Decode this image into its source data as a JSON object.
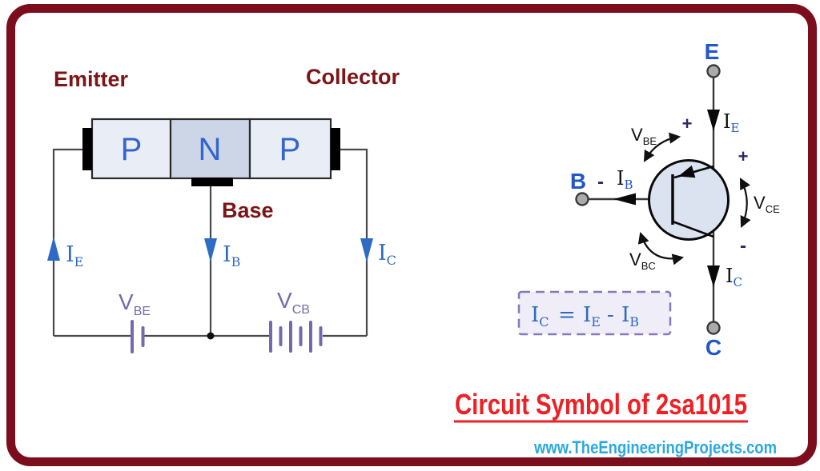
{
  "colors": {
    "frame_border": "#7b0d1d",
    "heading_dark_red": "#7d1416",
    "region_letter_blue": "#3565cc",
    "current_blue": "#2e6bc4",
    "terminal_blue": "#2456c8",
    "source_purple": "#7668ae",
    "title_red": "#ed2024",
    "website_cyan": "#29a9e0",
    "wire_gray": "#4a4a4a",
    "p_region_fill": "#e9eef6",
    "n_region_fill": "#ccd6e7",
    "transistor_fill": "#dbe2f0",
    "equation_box_fill": "#efedf7",
    "equation_box_border": "#8878b8"
  },
  "left_diagram": {
    "emitter_label": "Emitter",
    "collector_label": "Collector",
    "base_label": "Base",
    "region_p1": "P",
    "region_n": "N",
    "region_p2": "P",
    "current_ie": {
      "main": "I",
      "sub": "E"
    },
    "current_ib": {
      "main": "I",
      "sub": "B"
    },
    "current_ic": {
      "main": "I",
      "sub": "C"
    },
    "source_vbe": {
      "main": "V",
      "sub": "BE"
    },
    "source_vcb": {
      "main": "V",
      "sub": "CB"
    }
  },
  "symbol_diagram": {
    "terminal_e": "E",
    "terminal_b": "B",
    "terminal_c": "C",
    "current_ie": {
      "main": "I",
      "sub": "E"
    },
    "current_ib": {
      "main": "I",
      "sub": "B"
    },
    "current_ic": {
      "main": "I",
      "sub": "C"
    },
    "voltage_vbe": {
      "main": "V",
      "sub": "BE"
    },
    "voltage_vce": {
      "main": "V",
      "sub": "CE"
    },
    "voltage_vbc": {
      "main": "V",
      "sub": "BC"
    },
    "plus": "+",
    "minus": "-",
    "equation": {
      "lhs": "I",
      "lhs_sub": "C",
      "eq": "=",
      "t1": "I",
      "t1_sub": "E",
      "minus": "-",
      "t2": "I",
      "t2_sub": "B"
    }
  },
  "caption": {
    "title": "Circuit Symbol of 2sa1015",
    "website": "www.TheEngineeringProjects.com"
  }
}
